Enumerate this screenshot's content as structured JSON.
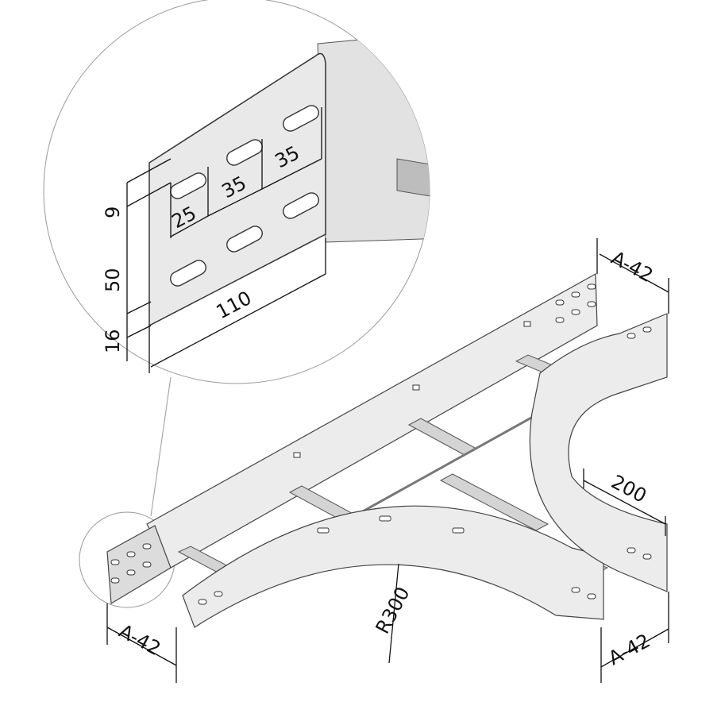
{
  "detail_dimensions": {
    "slot_height": "9",
    "slot_pitch_vertical": "50",
    "bottom_offset": "16",
    "slot_length": "25",
    "slot_pitch_1": "35",
    "slot_pitch_2": "35",
    "plate_length": "110"
  },
  "main_dimensions": {
    "width_top_right": "A-42",
    "width_bottom_left": "A-42",
    "width_bottom_right": "A-42",
    "branch_length": "200",
    "radius": "R300"
  },
  "colors": {
    "line": "#111111",
    "metal": "#e6e6e6",
    "metal_dark": "#cfcfcf"
  }
}
